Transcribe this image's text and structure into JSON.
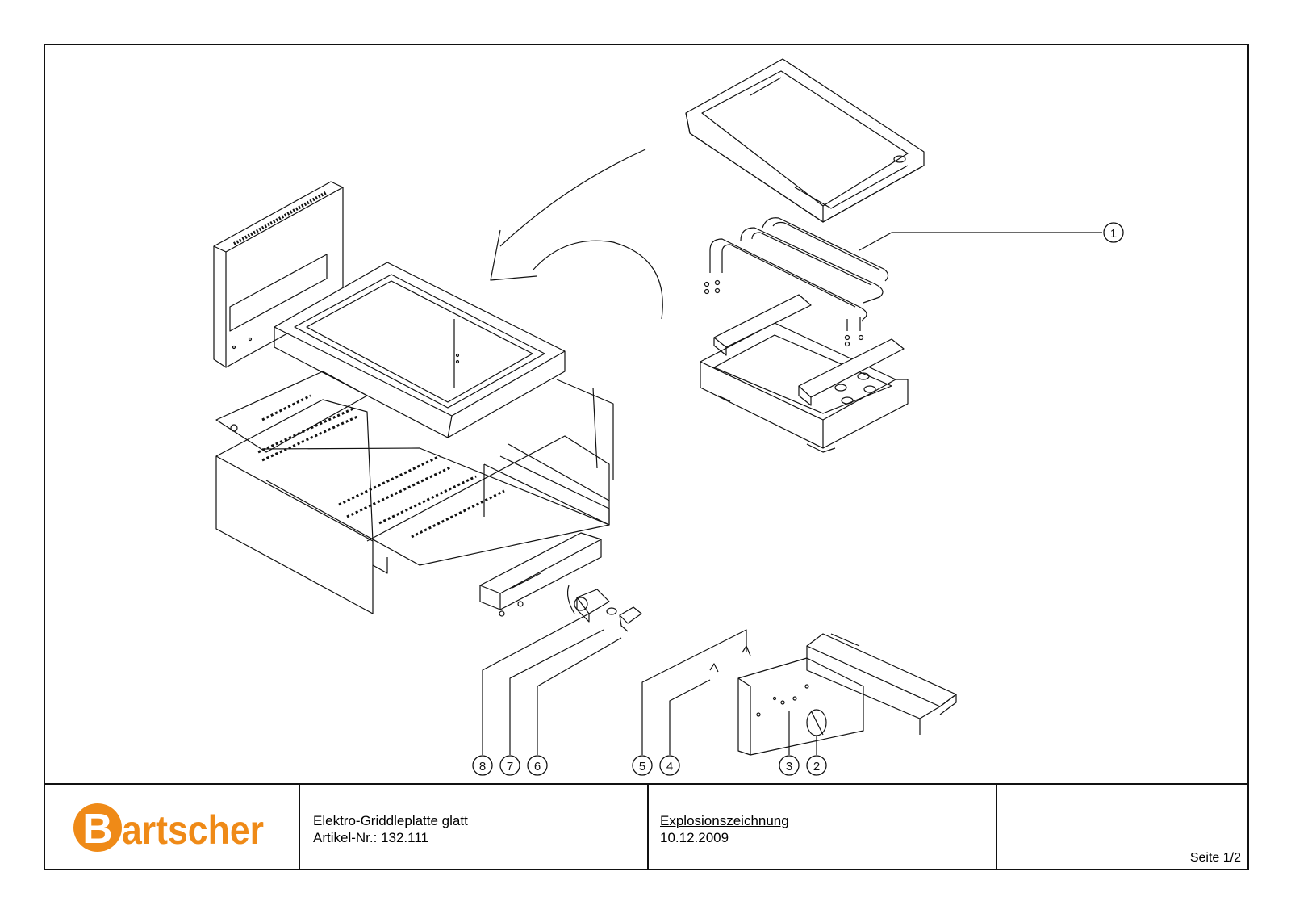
{
  "title_block": {
    "logo_text": "Bartscher",
    "product_name": "Elektro-Griddleplatte glatt",
    "article_label": "Artikel-Nr.: 132.111",
    "drawing_type": "Explosionszeichnung",
    "date": "10.12.2009",
    "page": "Seite 1/2"
  },
  "callouts": [
    "1",
    "2",
    "3",
    "4",
    "5",
    "6",
    "7",
    "8"
  ],
  "colors": {
    "line": "#111111",
    "logo_orange": "#ef8a17"
  }
}
